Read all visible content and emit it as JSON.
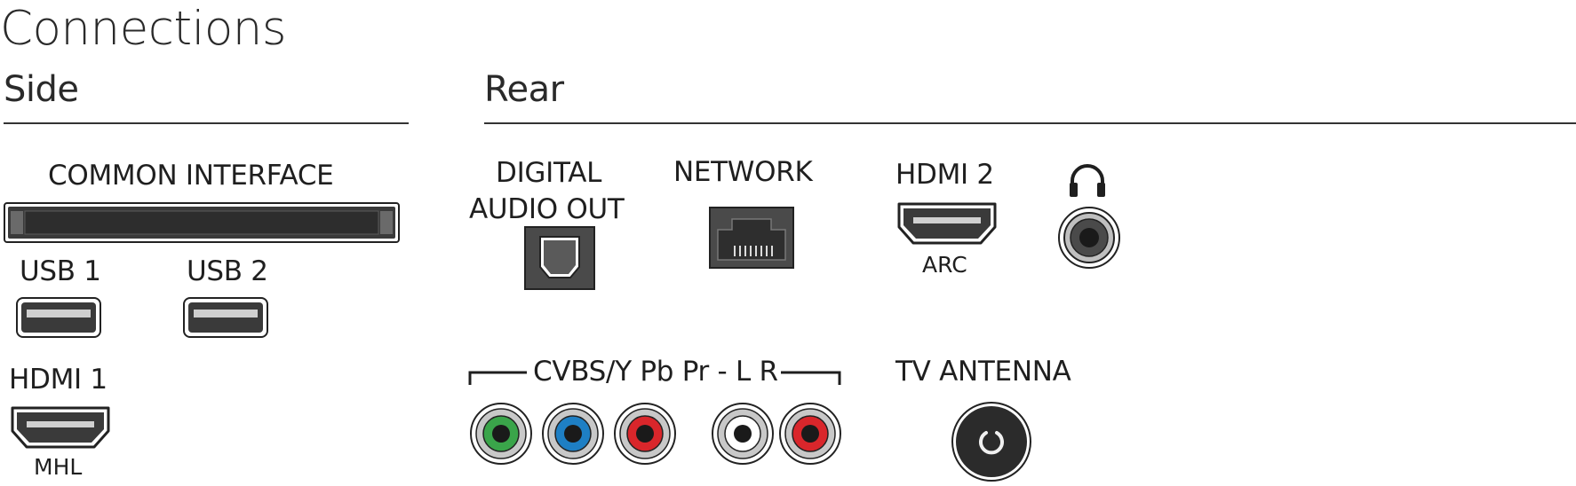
{
  "title": "Connections",
  "side": {
    "heading": "Side",
    "common_interface": "COMMON INTERFACE",
    "usb1": "USB 1",
    "usb2": "USB 2",
    "hdmi1": "HDMI 1",
    "hdmi1_sub": "MHL"
  },
  "rear": {
    "heading": "Rear",
    "digital_audio_line1": "DIGITAL",
    "digital_audio_line2": "AUDIO OUT",
    "network": "NETWORK",
    "hdmi2": "HDMI 2",
    "hdmi2_sub": "ARC",
    "headphone_icon": "headphones-icon",
    "component": "CVBS/Y Pb Pr - L R",
    "component_jack_colors": [
      "#3aa54a",
      "#1e7fc4",
      "#d9262b",
      "#ffffff",
      "#d9262b"
    ],
    "tv_antenna": "TV ANTENNA"
  }
}
